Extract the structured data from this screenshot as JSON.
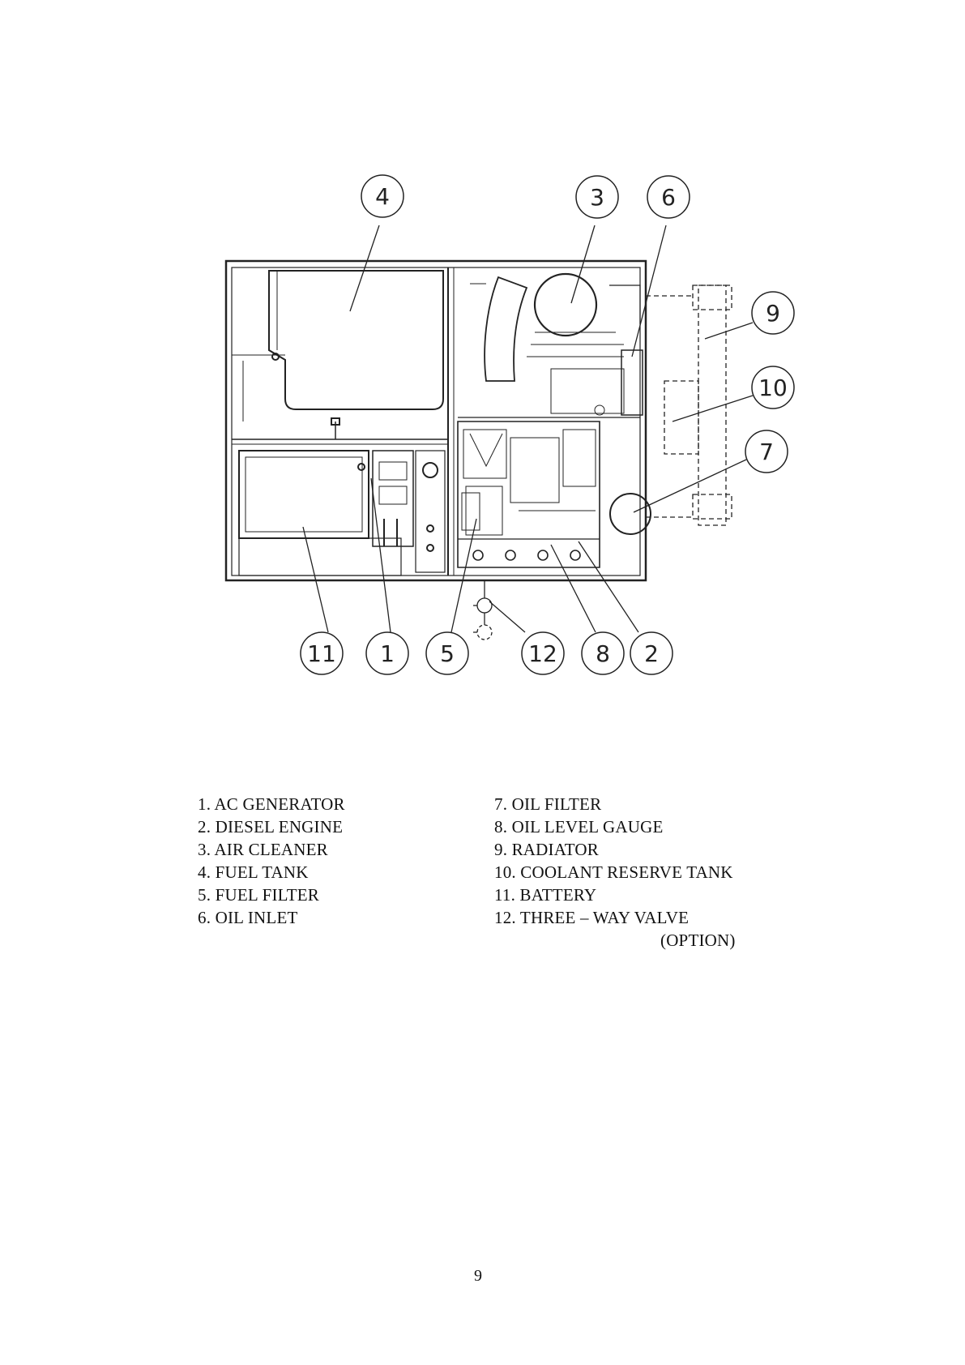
{
  "callouts": [
    "4",
    "3",
    "6",
    "9",
    "10",
    "7",
    "11",
    "1",
    "5",
    "12",
    "8",
    "2"
  ],
  "legend": {
    "left": [
      "1. AC GENERATOR",
      "2. DIESEL ENGINE",
      "3. AIR CLEANER",
      "4. FUEL TANK",
      "5. FUEL FILTER",
      "6. OIL INLET"
    ],
    "right": [
      "7. OIL FILTER",
      "8. OIL LEVEL GAUGE",
      "9. RADIATOR",
      "10. COOLANT RESERVE TANK",
      "11. BATTERY",
      "12. THREE – WAY VALVE"
    ],
    "note": "(OPTION)"
  },
  "page_number": "9"
}
